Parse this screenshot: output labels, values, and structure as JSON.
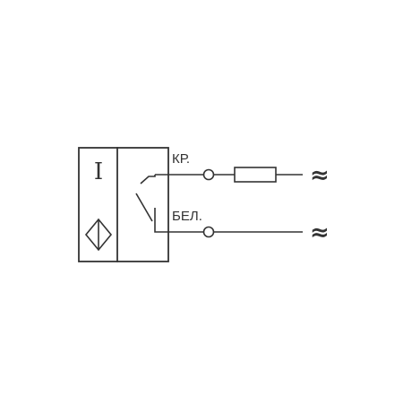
{
  "labels": {
    "sensor_type_mark": "I",
    "wire_top": "КР.",
    "wire_bottom": "БЕЛ.",
    "ac_top": "≈",
    "ac_bottom": "≈"
  },
  "icons": {
    "sensor_symbol": "diamond-with-bar-icon",
    "switch": "normally-open-contact-icon",
    "resistor": "resistor-icon",
    "terminal": "terminal-circle-icon"
  },
  "colors": {
    "stroke": "#333333",
    "background": "#ffffff"
  }
}
